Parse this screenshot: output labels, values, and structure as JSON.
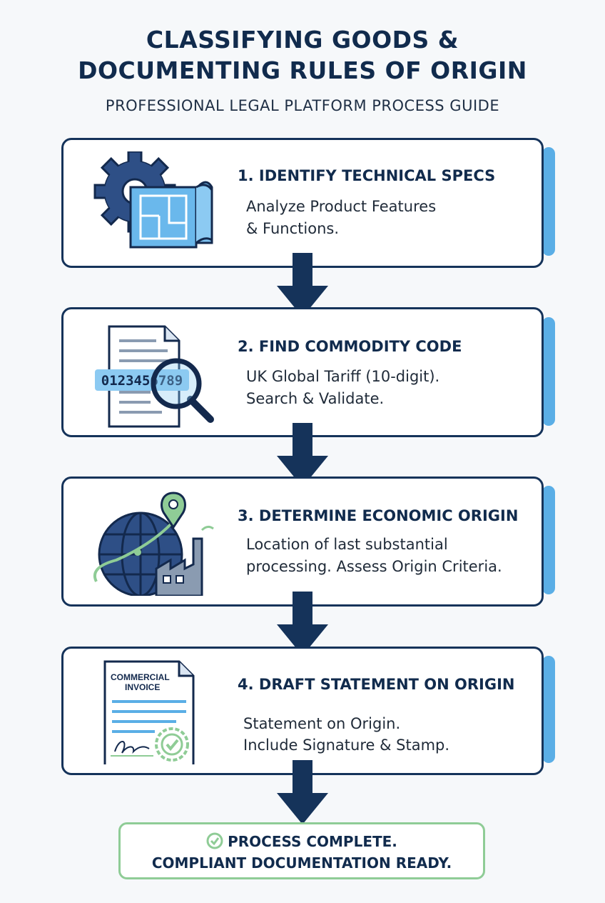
{
  "header": {
    "title_line1": "CLASSIFYING GOODS &",
    "title_line2": "DOCUMENTING RULES OF ORIGIN",
    "subtitle": "PROFESSIONAL LEGAL PLATFORM PROCESS GUIDE"
  },
  "steps": [
    {
      "title": "1. IDENTIFY TECHNICAL SPECS",
      "desc_line1": "Analyze Product Features",
      "desc_line2": "& Functions.",
      "icon": "gear-blueprint-icon"
    },
    {
      "title": "2. FIND COMMODITY CODE",
      "desc_line1": "UK Global Tariff (10-digit).",
      "desc_line2": "Search & Validate.",
      "icon": "document-magnifier-icon",
      "code_text": "0123456789"
    },
    {
      "title": "3. DETERMINE ECONOMIC ORIGIN",
      "desc_line1": "Location of last substantial",
      "desc_line2": "processing. Assess Origin Criteria.",
      "icon": "globe-factory-icon"
    },
    {
      "title": "4. DRAFT STATEMENT ON ORIGIN",
      "desc_line1": "Statement on Origin.",
      "desc_line2": "Include Signature & Stamp.",
      "icon": "commercial-invoice-icon",
      "invoice_line1": "COMMERCIAL",
      "invoice_line2": "INVOICE"
    }
  ],
  "completion": {
    "line1": "PROCESS COMPLETE.",
    "line2": "COMPLIANT DOCUMENTATION READY.",
    "icon": "check-circle-icon"
  },
  "colors": {
    "navy": "#15335a",
    "light_blue": "#5aaee6",
    "green": "#8fcc96"
  }
}
